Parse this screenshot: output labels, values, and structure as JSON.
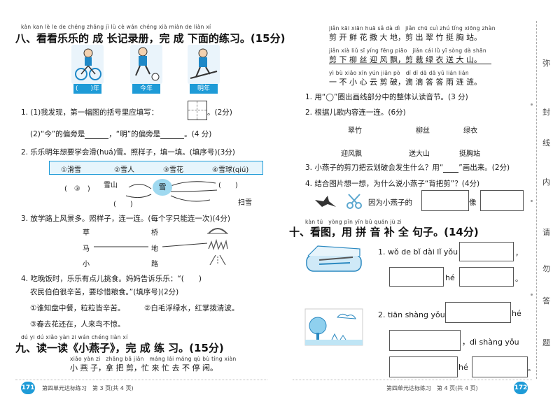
{
  "left": {
    "s8": {
      "pinyin": "kàn kan lè le de chéng zhǎng jì lù cè wán chéng xià miàn de liàn xí",
      "title": "八、看看乐乐的 成 长记录册，完 成 下面的练习。(15分)",
      "captions": [
        "(　　)年",
        "今年",
        "明年"
      ],
      "q1a": "1. (1)我发现，第一幅图的括号里应填写：",
      "q1a_score": "。(2分)",
      "q1b_a": "(2)“今”的偏旁是",
      "q1b_b": "，“明”的偏旁是",
      "q1b_c": "。(4 分)",
      "q2": "2. 乐乐明年想要学会滑(huá)雪。照样子，填一填。(填序号)(3分)",
      "options": [
        "①滑雪",
        "②雪人",
        "③雪花",
        "④雪球(qiú)"
      ],
      "q2_paren_left": "(　③　)",
      "q2_paren_right": "(　　)",
      "q2_paren_bottom": "(　　)",
      "snow_mountain": "雪山",
      "snow_center": "雪",
      "sweep_snow": "扫雪",
      "q3": "3. 放学路上风景多。照样子，连一连。(每个字只能连一次)(4分)",
      "q3_left": [
        "草",
        "马",
        "小"
      ],
      "q3_mid": [
        "桥",
        "地",
        "路"
      ],
      "q4_line1": "4. 吃晚饭时，乐乐有点儿挑食。妈妈告诉乐乐：“(　　)",
      "q4_line2": "农民伯伯很辛苦，要珍惜粮食。”(填序号)(2分)",
      "q4_opt1": "①谁知盘中餐，粒粒皆辛苦。",
      "q4_opt2": "②白毛浮绿水，红掌拨清波。",
      "q4_opt3": "③春去花还在，人来鸟不惊。"
    },
    "s9": {
      "pinyin": "dú yi dú xiǎo yàn zi wán chéng liàn xí",
      "title": "九、读一读《小燕子》，完 成 练 习。(15分)",
      "poem_pinyin": "xiǎo yàn zi　zhāng bǎ jiǎn　máng lái máng qù bù tíng xiàn",
      "poem_line": "小 燕 子，拿 把 剪，忙 来 忙 去 不 停 闲。"
    },
    "footer": {
      "page": "171",
      "text": "第四单元达标练习　第 3 页(共 4 页)"
    }
  },
  "right": {
    "poem": [
      {
        "py": "jiǎn kāi xiān huā sǎ dà dì　jiǎn chū cuì zhú tǐng xiōng zhàn",
        "text": "剪 开 鲜 花 撒 大 地，剪 出 翠 竹 挺 胸 站。"
      },
      {
        "py": "jiǎn xià liǔ sī yíng fēng piāo　jiǎn cái lǜ yī sòng dà shān",
        "text": "剪 下 柳 丝 迎 风 飘，剪 裁 绿 衣 送 大 山。"
      },
      {
        "py": "yì bù xiǎo xīn yún jiǎn pò　dī dī dā dā yǔ lián lián",
        "text": "一 不 小 心 云 剪 破，滴 滴 答 答 雨 涟 涟。"
      }
    ],
    "q1": "1. 用“◯”圈出画线部分中的整体认读音节。(3 分)",
    "q2": "2. 根据儿歌内容连一连。(6分)",
    "q2_top": [
      "翠竹",
      "柳丝",
      "绿衣"
    ],
    "q2_bottom": [
      "迎风飘",
      "送大山",
      "挺胸站"
    ],
    "q3_a": "3. 小燕子的剪刀把云划破会发生什么？用“",
    "q3_b": "”画出来。(2分)",
    "q4": "4. 结合图片想一想，为什么说小燕子“背把剪”？(4分)",
    "q4_because": "因为小燕子的",
    "q4_like": "像",
    "s10": {
      "pinyin": "kàn tú　yòng pīn yīn bǔ quán jù zi",
      "title": "十、看图，用 拼 音 补 全 句子。(14分)",
      "s1_label": "1. wǒ de bǐ dài lǐ yǒu",
      "s1_comma": "，",
      "s1_he": "hé",
      "s1_period": "。",
      "s2_label": "2. tiān shàng yǒu",
      "s2_he": "hé",
      "s2_mid": "，dì shàng yǒu",
      "s2_he2": "hé",
      "s2_period": "。"
    },
    "gutter": [
      "弥",
      "封",
      "线",
      "内",
      "请",
      "勿",
      "答",
      "题"
    ],
    "footer": {
      "text": "第四单元达标练习　第 4 页(共 4 页)",
      "page": "172"
    }
  }
}
